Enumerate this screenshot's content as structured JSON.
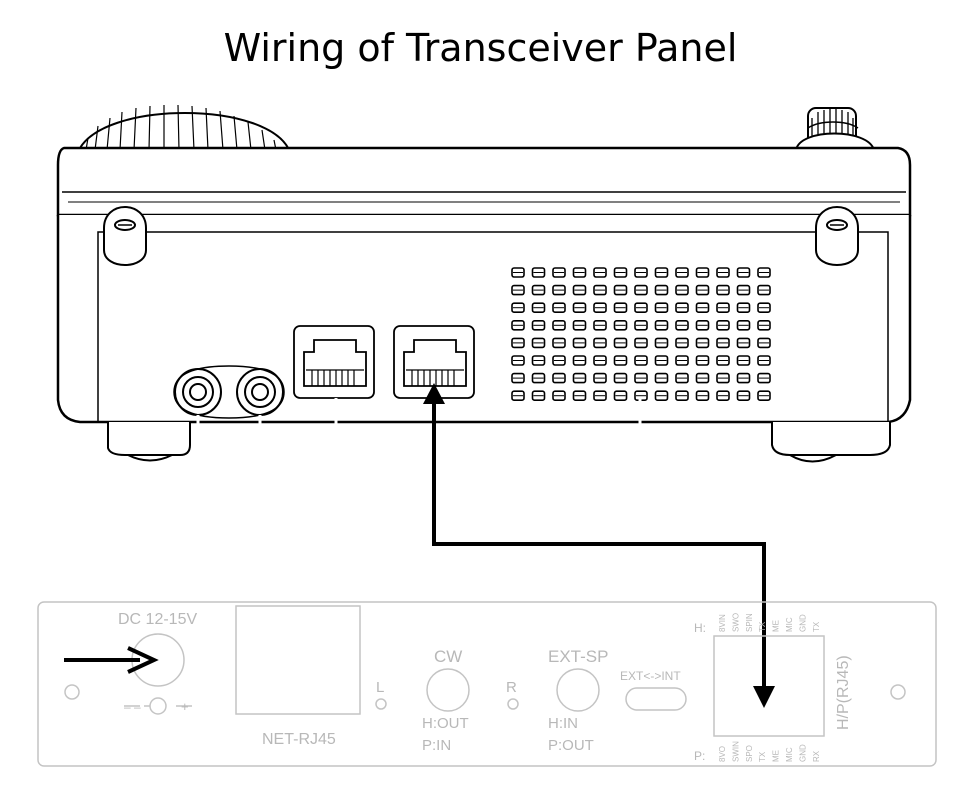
{
  "title": "Wiring of Transceiver Panel",
  "panel": {
    "dc_label": "DC 12-15V",
    "polarity_minus": "– –",
    "polarity_plus": "+",
    "net_label": "NET-RJ45",
    "left_label": "L",
    "right_label": "R",
    "cw_label": "CW",
    "cw_h": "H:OUT",
    "cw_p": "P:IN",
    "extsp_label": "EXT-SP",
    "extsp_h": "H:IN",
    "extsp_p": "P:OUT",
    "switch_label": "EXT<->INT",
    "hp_label": "H/P(RJ45)",
    "h_prefix": "H:",
    "p_prefix": "P:",
    "h_pins": [
      "8VIN",
      "SWO",
      "SPIN",
      "TX",
      "ME",
      "MIC",
      "GND",
      "TX"
    ],
    "p_pins": [
      "8VO",
      "SWIN",
      "SPO",
      "TX",
      "ME",
      "MIC",
      "GND",
      "RX"
    ]
  },
  "colors": {
    "line": "#000000",
    "panel_text": "#b8b8b8",
    "panel_stroke": "#c4c4c4"
  }
}
